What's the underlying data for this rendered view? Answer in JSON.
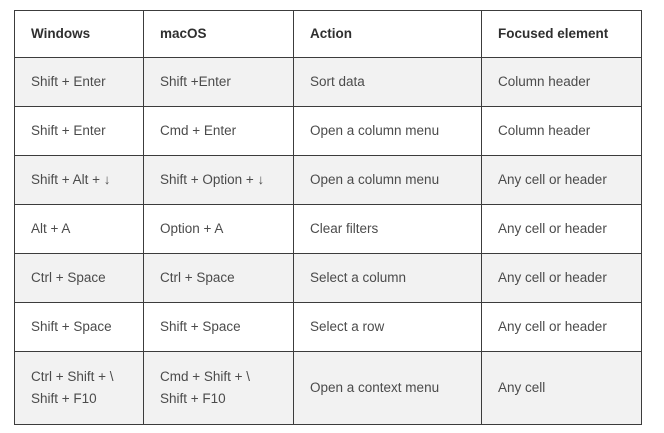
{
  "table": {
    "columns": [
      {
        "key": "windows",
        "label": "Windows"
      },
      {
        "key": "macos",
        "label": "macOS"
      },
      {
        "key": "action",
        "label": "Action"
      },
      {
        "key": "focused",
        "label": "Focused element"
      }
    ],
    "rows": [
      {
        "windows": "Shift + Enter",
        "macos": "Shift +Enter",
        "action": "Sort data",
        "focused": "Column header",
        "shaded": true
      },
      {
        "windows": "Shift + Enter",
        "macos": "Cmd + Enter",
        "action": "Open a column menu",
        "focused": "Column header",
        "shaded": false
      },
      {
        "windows": "Shift + Alt + ↓",
        "macos": "Shift + Option + ↓",
        "action": "Open a column menu",
        "focused": "Any cell or header",
        "shaded": true
      },
      {
        "windows": "Alt + A",
        "macos": "Option + A",
        "action": "Clear filters",
        "focused": "Any cell or header",
        "shaded": false
      },
      {
        "windows": "Ctrl + Space",
        "macos": "Ctrl + Space",
        "action": "Select a column",
        "focused": "Any cell or header",
        "shaded": true
      },
      {
        "windows": "Shift + Space",
        "macos": "Shift + Space",
        "action": "Select a row",
        "focused": "Any cell or header",
        "shaded": false
      },
      {
        "windows_line1": "Ctrl + Shift + \\",
        "windows_line2": "Shift + F10",
        "macos_line1": "Cmd + Shift + \\",
        "macos_line2": "Shift + F10",
        "action": "Open a context menu",
        "focused": "Any cell",
        "shaded": true,
        "tall": true
      }
    ]
  },
  "colors": {
    "border": "#3c3c3c",
    "header_text": "#2f2f2f",
    "body_text": "#4b4b4b",
    "row_shaded_bg": "#f2f2f2",
    "row_plain_bg": "#ffffff"
  }
}
